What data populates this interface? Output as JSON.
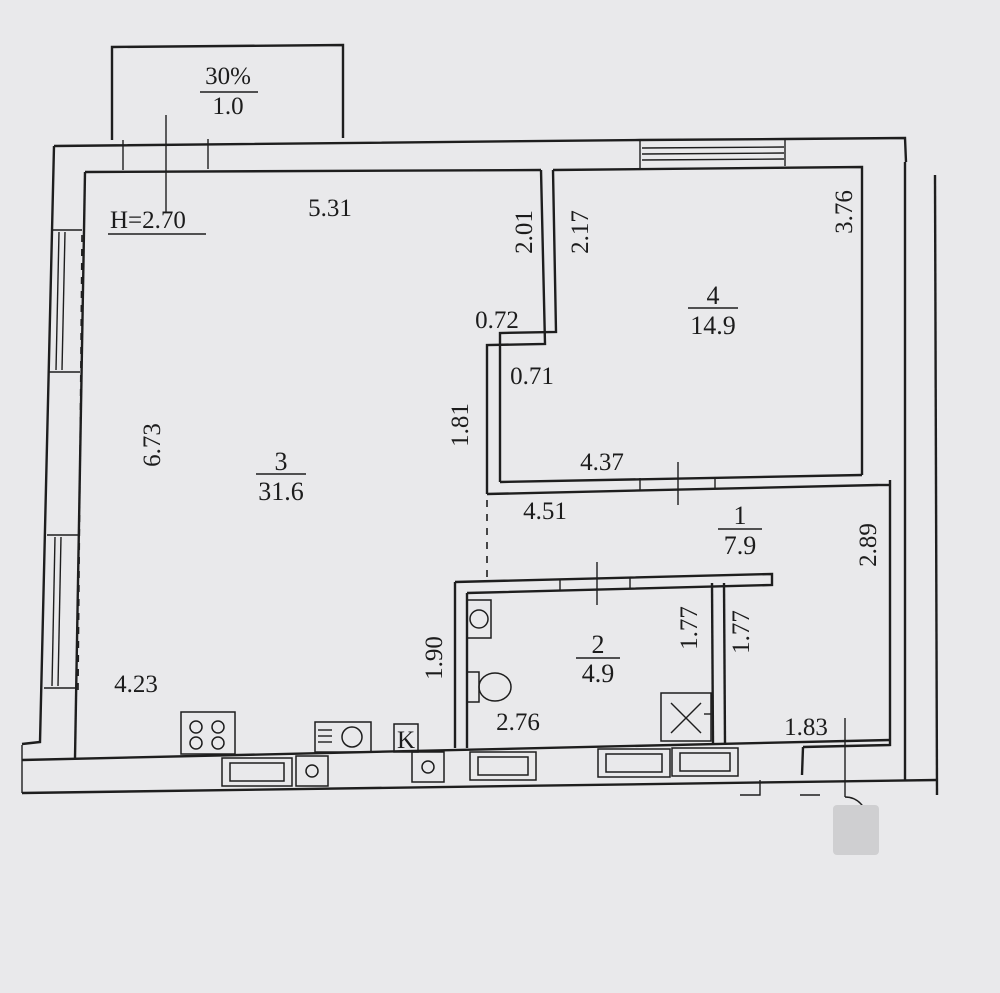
{
  "balcony": {
    "percent": "30%",
    "area": "1.0"
  },
  "ceiling_height": "H=2.70",
  "rooms": [
    {
      "number": "3",
      "area": "31.6"
    },
    {
      "number": "4",
      "area": "14.9"
    },
    {
      "number": "1",
      "area": "7.9"
    },
    {
      "number": "2",
      "area": "4.9"
    }
  ],
  "dimensions": {
    "d_5_31": "5.31",
    "d_2_01": "2.01",
    "d_2_17": "2.17",
    "d_3_76": "3.76",
    "d_0_72": "0.72",
    "d_0_71": "0.71",
    "d_6_73": "6.73",
    "d_1_81": "1.81",
    "d_4_37": "4.37",
    "d_4_51": "4.51",
    "d_2_89": "2.89",
    "d_1_77a": "1.77",
    "d_1_77b": "1.77",
    "d_1_90": "1.90",
    "d_4_23": "4.23",
    "d_2_76": "2.76",
    "d_1_83": "1.83"
  },
  "fixtures": {
    "riser_mark": "K"
  }
}
